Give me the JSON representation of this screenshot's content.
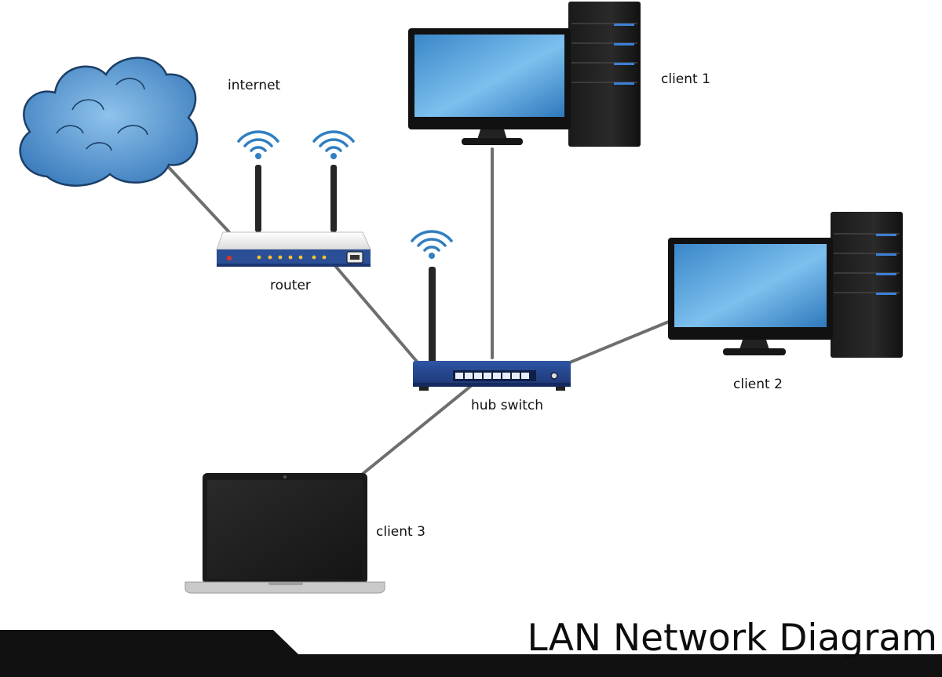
{
  "diagram": {
    "title": "LAN Network Diagram",
    "nodes": [
      {
        "id": "internet",
        "label": "internet",
        "icon": "cloud-icon"
      },
      {
        "id": "router",
        "label": "router",
        "icon": "router-icon"
      },
      {
        "id": "hub",
        "label": "hub switch",
        "icon": "hub-switch-icon"
      },
      {
        "id": "client1",
        "label": "client 1",
        "icon": "desktop-computer-icon"
      },
      {
        "id": "client2",
        "label": "client 2",
        "icon": "desktop-computer-icon"
      },
      {
        "id": "client3",
        "label": "client 3",
        "icon": "laptop-icon"
      }
    ],
    "links": [
      {
        "from": "internet",
        "to": "router"
      },
      {
        "from": "router",
        "to": "hub"
      },
      {
        "from": "hub",
        "to": "client1"
      },
      {
        "from": "hub",
        "to": "client2"
      },
      {
        "from": "hub",
        "to": "client3"
      }
    ],
    "colors": {
      "cloud": "#4a8fc9",
      "cloud_outline": "#1b3f66",
      "hub": "#24438a",
      "router_strip": "#2a4f96",
      "wifi": "#2f7fc1",
      "screen": "#5aa5dd",
      "cable": "#6e6e6e",
      "bar": "#111111"
    }
  }
}
